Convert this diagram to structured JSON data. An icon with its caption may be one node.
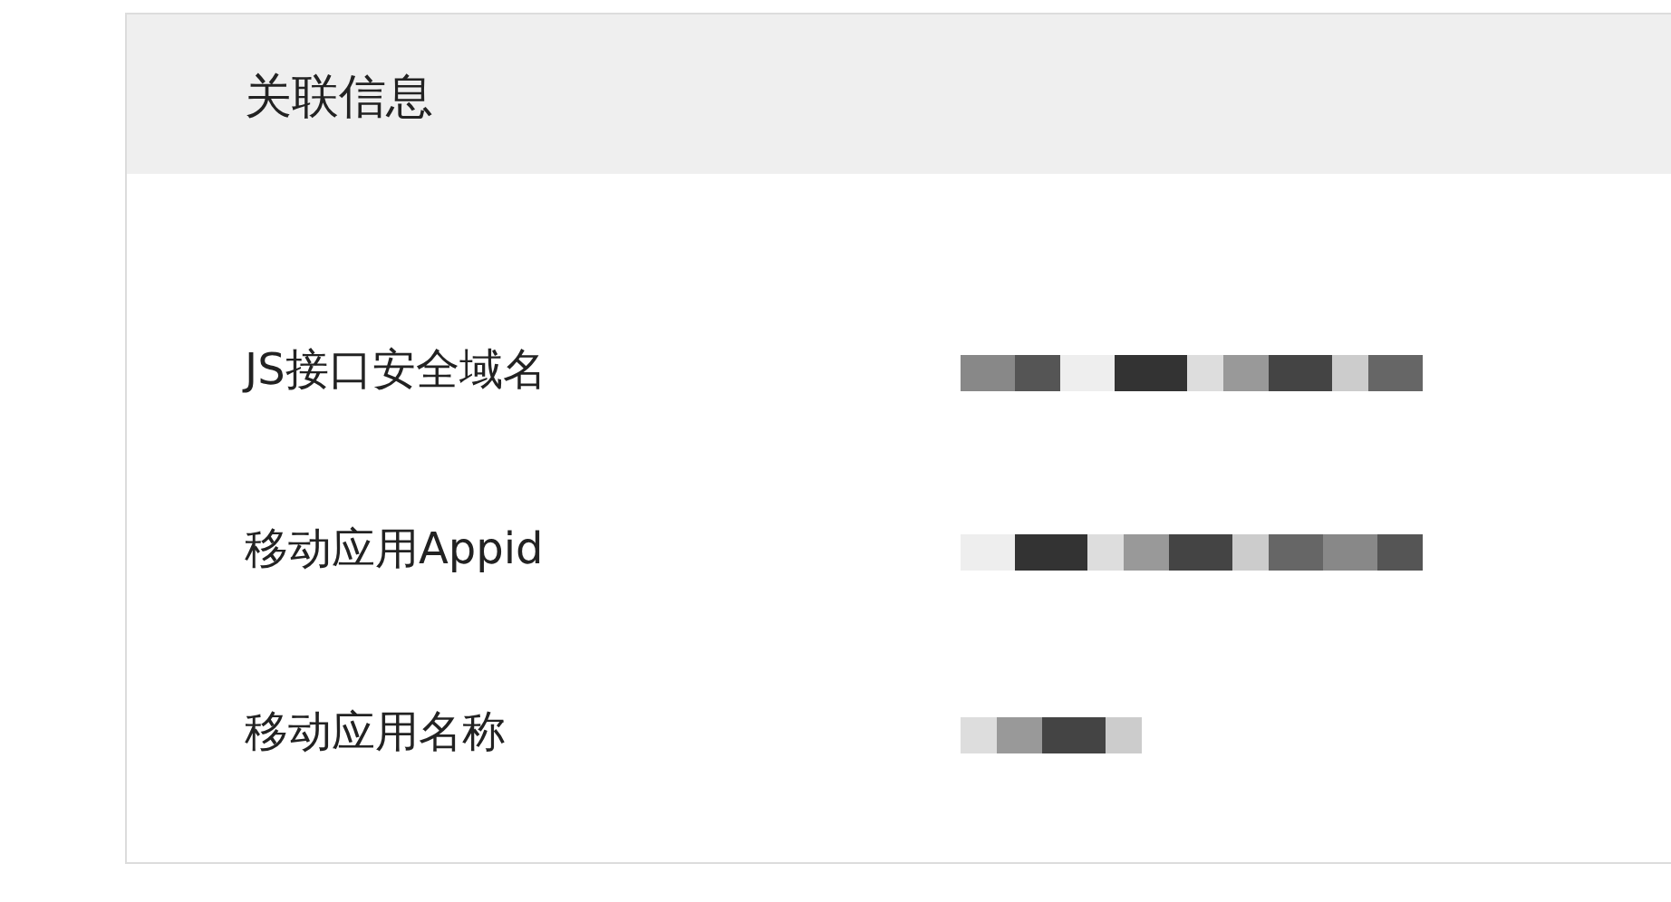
{
  "diagram": {
    "title": "关联信息",
    "labels": [
      "JS接口安全域名",
      "移动应用Appid",
      "移动应用名称"
    ]
  }
}
